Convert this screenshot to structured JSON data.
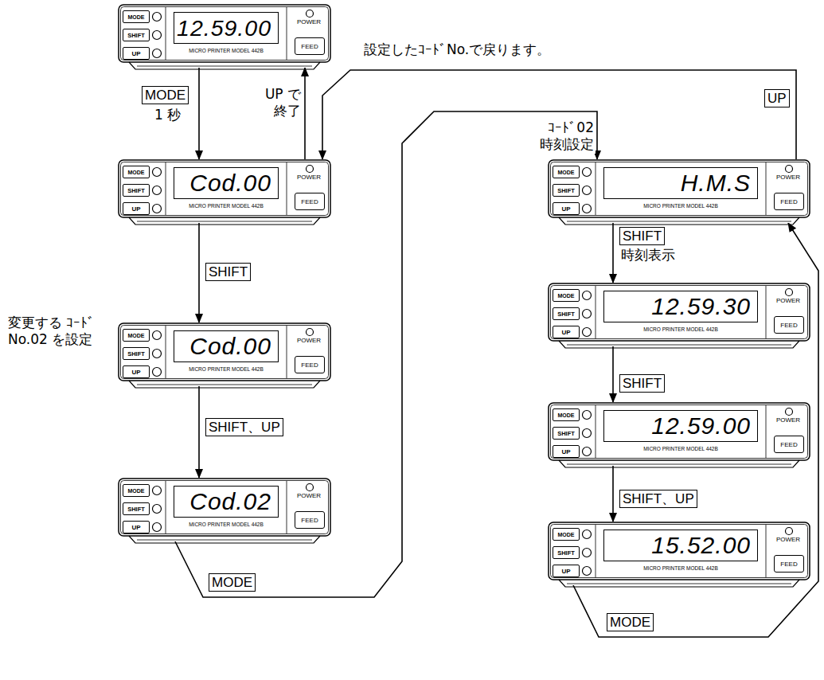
{
  "diagram": {
    "nodes": [
      {
        "text": [
          "POWER",
          "MICRO PRINTER MODEL 442B"
        ]
      },
      {
        "text": [
          "12.59.00"
        ],
        "in": 0
      },
      {
        "text": [
          "MODE"
        ],
        "in": 0
      },
      {
        "text": [
          "SHIFT"
        ],
        "in": 0
      },
      {
        "text": [
          "UP"
        ],
        "in": 0
      },
      {
        "text": [
          "FEED"
        ],
        "in": 0
      },
      {
        "text": [
          "POWER",
          "MICRO PRINTER MODEL 442B"
        ]
      },
      {
        "text": [
          "Cod.00"
        ],
        "in": 6
      },
      {
        "text": [
          "MODE"
        ],
        "in": 6
      },
      {
        "text": [
          "SHIFT"
        ],
        "in": 6
      },
      {
        "text": [
          "UP"
        ],
        "in": 6
      },
      {
        "text": [
          "FEED"
        ],
        "in": 6
      },
      {
        "text": [
          "POWER",
          "MICRO PRINTER MODEL 442B"
        ]
      },
      {
        "text": [
          "Cod.00"
        ],
        "in": 12
      },
      {
        "text": [
          "MODE"
        ],
        "in": 12
      },
      {
        "text": [
          "SHIFT"
        ],
        "in": 12
      },
      {
        "text": [
          "UP"
        ],
        "in": 12
      },
      {
        "text": [
          "FEED"
        ],
        "in": 12
      },
      {
        "text": [
          "POWER",
          "MICRO PRINTER MODEL 442B"
        ]
      },
      {
        "text": [
          "Cod.02"
        ],
        "in": 18
      },
      {
        "text": [
          "MODE"
        ],
        "in": 18
      },
      {
        "text": [
          "SHIFT"
        ],
        "in": 18
      },
      {
        "text": [
          "UP"
        ],
        "in": 18
      },
      {
        "text": [
          "FEED"
        ],
        "in": 18
      },
      {
        "text": [
          "POWER",
          "MICRO PRINTER MODEL 442B"
        ]
      },
      {
        "text": [
          "H.M.S"
        ],
        "in": 24
      },
      {
        "text": [
          "MODE"
        ],
        "in": 24
      },
      {
        "text": [
          "SHIFT"
        ],
        "in": 24
      },
      {
        "text": [
          "UP"
        ],
        "in": 24
      },
      {
        "text": [
          "FEED"
        ],
        "in": 24
      },
      {
        "text": [
          "POWER",
          "MICRO PRINTER MODEL 442B"
        ]
      },
      {
        "text": [
          "12.59.30"
        ],
        "in": 30
      },
      {
        "text": [
          "MODE"
        ],
        "in": 30
      },
      {
        "text": [
          "SHIFT"
        ],
        "in": 30
      },
      {
        "text": [
          "UP"
        ],
        "in": 30
      },
      {
        "text": [
          "FEED"
        ],
        "in": 30
      },
      {
        "text": [
          "POWER",
          "MICRO PRINTER MODEL 442B"
        ]
      },
      {
        "text": [
          "12.59.00"
        ],
        "in": 36
      },
      {
        "text": [
          "MODE"
        ],
        "in": 36
      },
      {
        "text": [
          "SHIFT"
        ],
        "in": 36
      },
      {
        "text": [
          "UP"
        ],
        "in": 36
      },
      {
        "text": [
          "FEED"
        ],
        "in": 36
      },
      {
        "text": [
          "POWER",
          "MICRO PRINTER MODEL 442B"
        ]
      },
      {
        "text": [
          "15.52.00"
        ],
        "in": 42
      },
      {
        "text": [
          "MODE"
        ],
        "in": 42
      },
      {
        "text": [
          "SHIFT"
        ],
        "in": 42
      },
      {
        "text": [
          "UP"
        ],
        "in": 42
      },
      {
        "text": [
          "FEED"
        ],
        "in": 42
      }
    ],
    "edges": [
      {
        "from": 0,
        "to": 6,
        "label": "MODE",
        "arrow": "to"
      },
      {
        "from": 6,
        "to": 0,
        "label": "UP で 終了",
        "arrow": "to"
      },
      {
        "from": 6,
        "to": 12,
        "label": "SHIFT",
        "arrow": "to"
      },
      {
        "from": 12,
        "to": 18,
        "label": "SHIFT、UP",
        "arrow": "to"
      },
      {
        "from": 18,
        "to": 24,
        "label": "MODE",
        "arrow": "to"
      },
      {
        "from": 24,
        "to": 6,
        "label": "UP",
        "arrow": "to"
      },
      {
        "from": 24,
        "to": 30,
        "label": "SHIFT",
        "arrow": "to"
      },
      {
        "from": 30,
        "to": 36,
        "label": "SHIFT",
        "arrow": "to"
      },
      {
        "from": 36,
        "to": 42,
        "label": "SHIFT、UP",
        "arrow": "to"
      },
      {
        "from": 42,
        "to": 24,
        "label": "MODE",
        "arrow": "to"
      }
    ],
    "labels": [
      "設定したｺｰﾄﾞNo.で戻ります。",
      "ｺｰﾄﾞ02 時刻設定",
      "変更する ｺｰﾄﾞNo.02 を設定",
      "1 秒",
      "時刻表示"
    ]
  }
}
